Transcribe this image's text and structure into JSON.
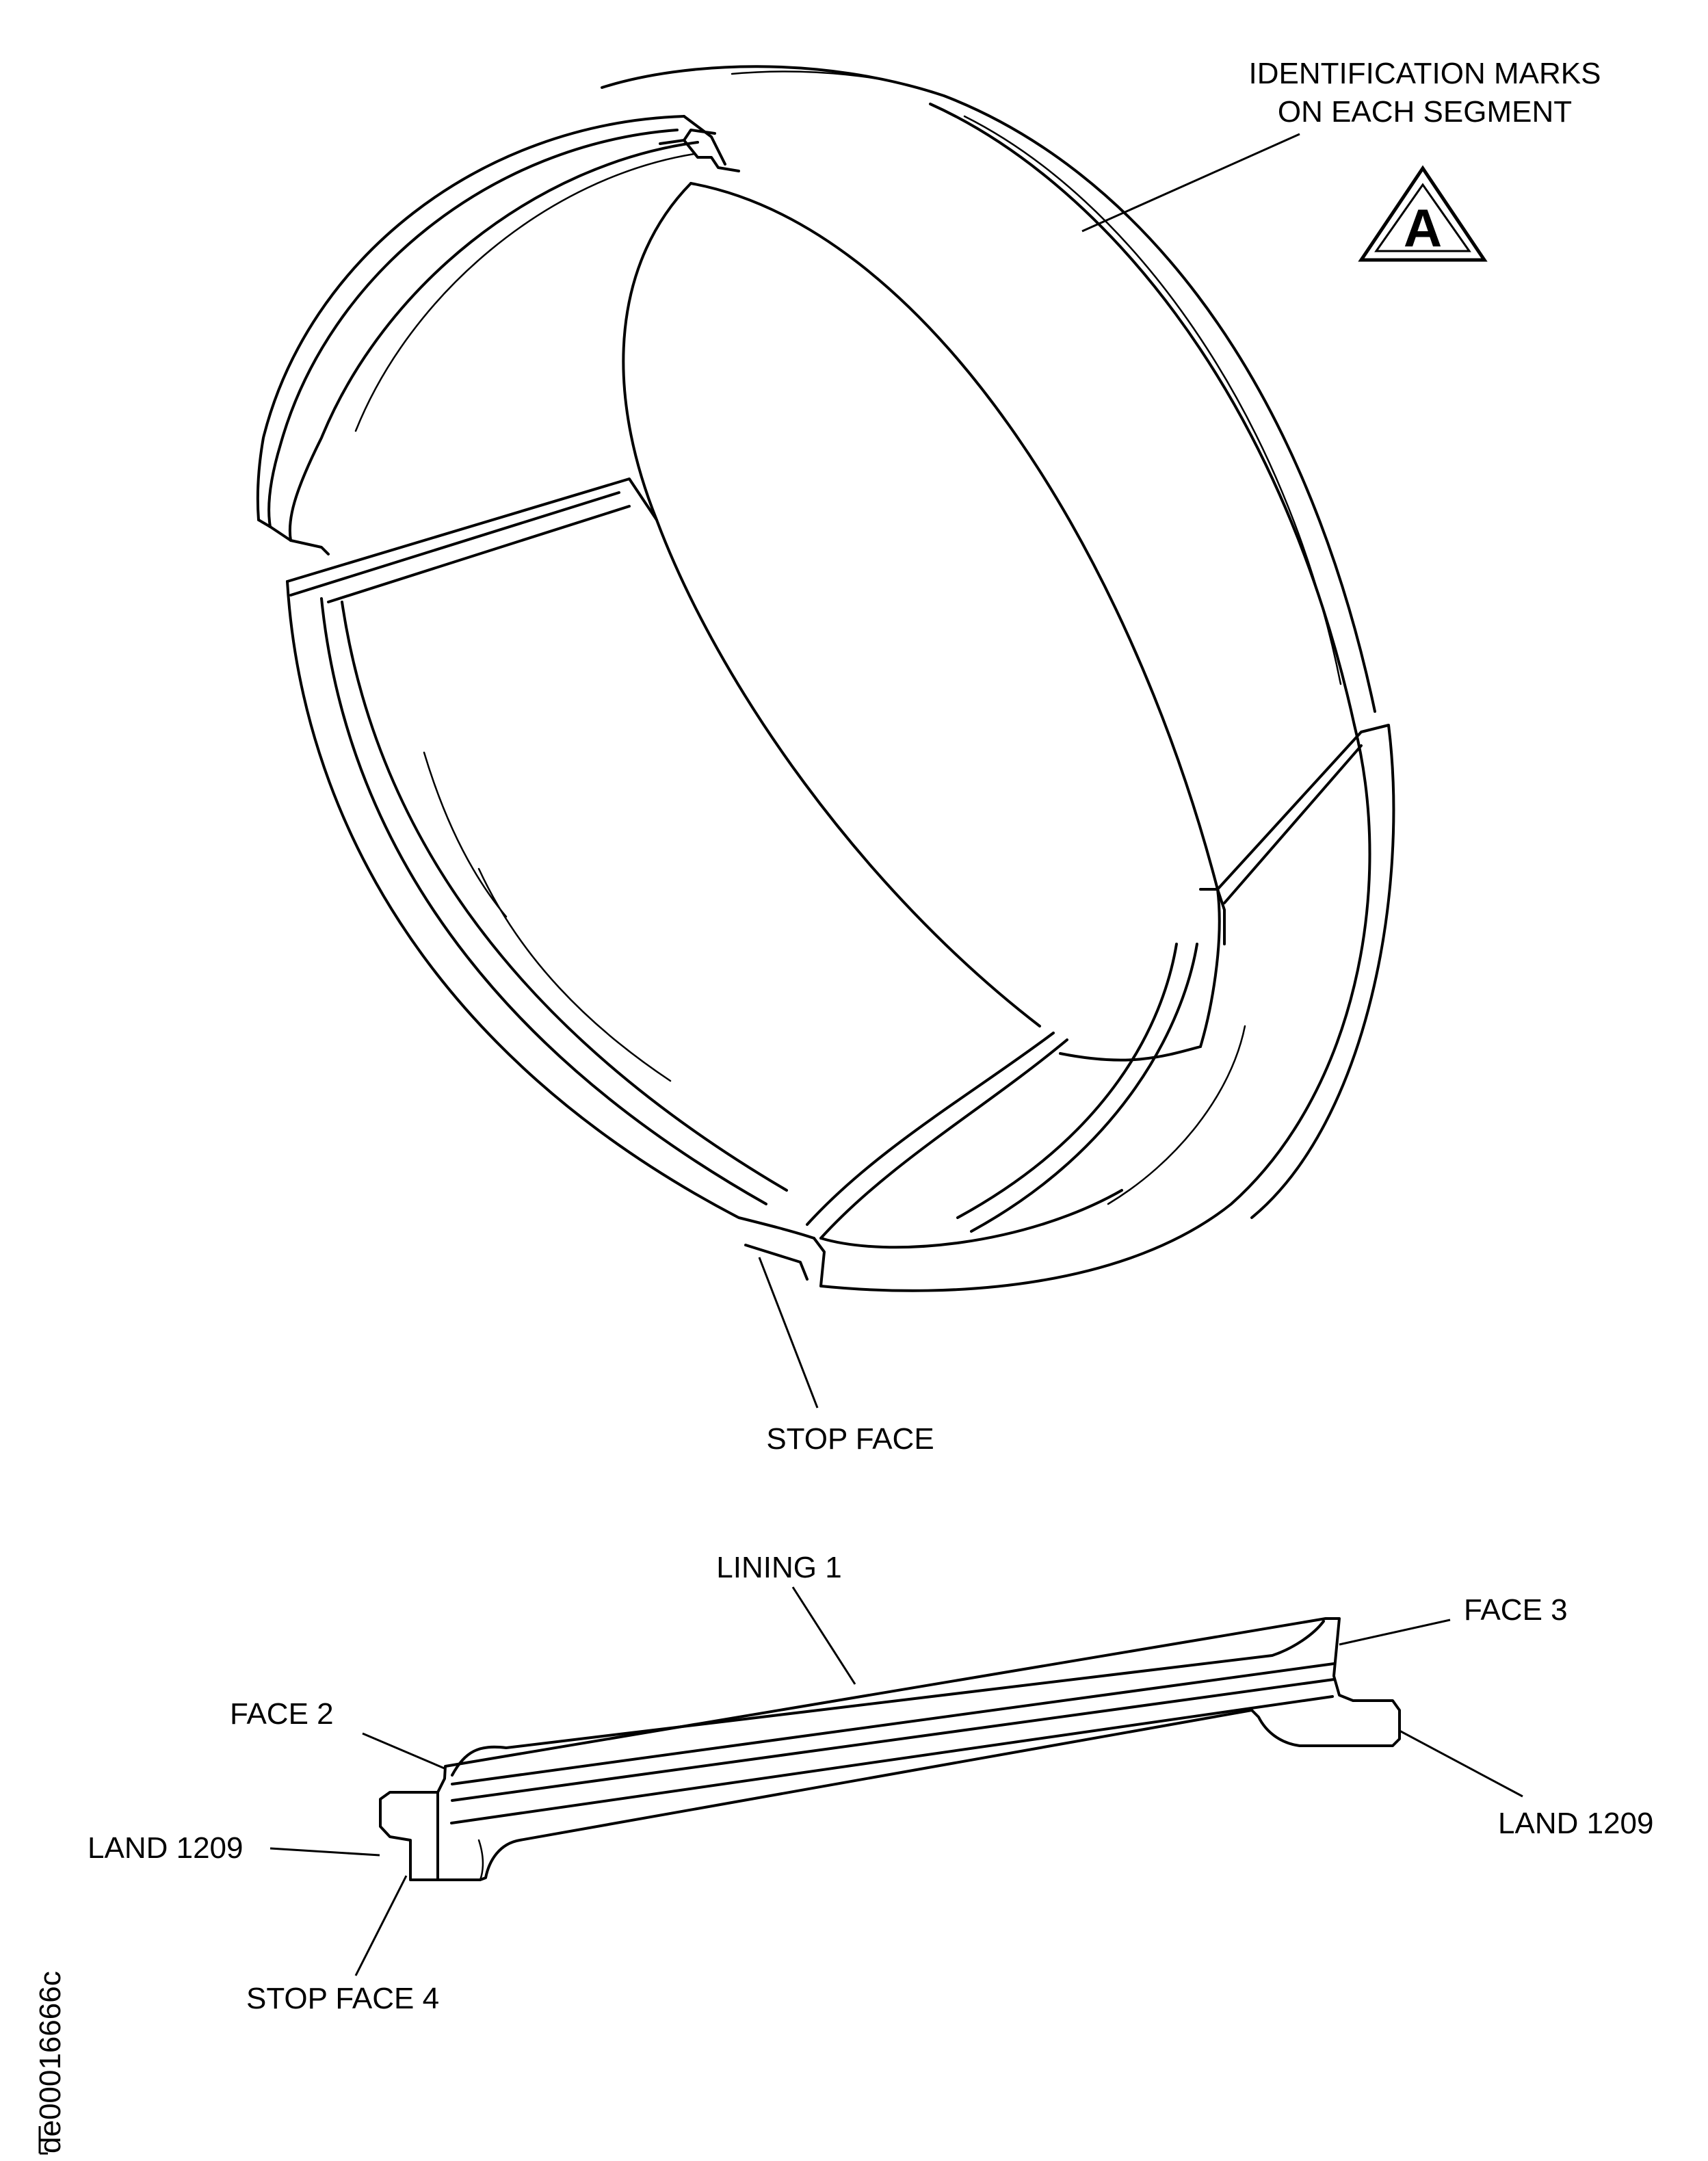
{
  "labels": {
    "identification_line1": "IDENTIFICATION MARKS",
    "identification_line2": "ON EACH SEGMENT",
    "view_letter": "A",
    "stop_face": "STOP FACE",
    "lining": "LINING 1",
    "face_3": "FACE 3",
    "face_2": "FACE 2",
    "land_left": "LAND 1209",
    "land_right": "LAND 1209",
    "stop_face_4": "STOP FACE 4",
    "drawing_id": "de00016666c"
  }
}
